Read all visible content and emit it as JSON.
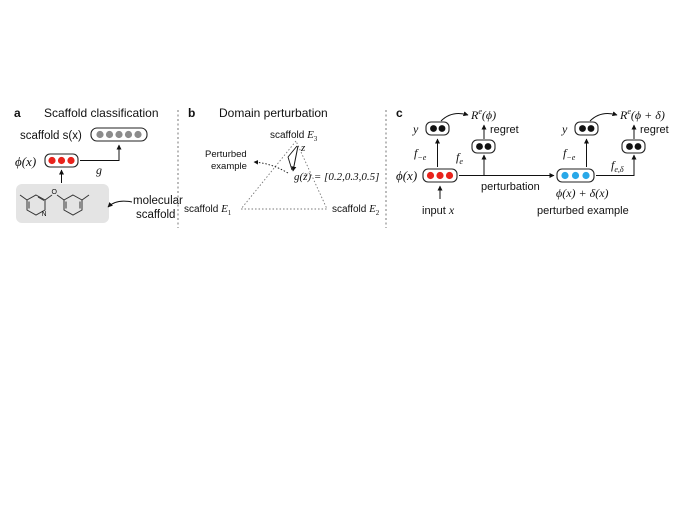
{
  "panel_a": {
    "letter": "a",
    "title": "Scaffold classification",
    "scaffold_label": "scaffold s(x)",
    "phi_label": "ϕ(x)",
    "g_label": "g",
    "molecular_label_1": "molecular",
    "molecular_label_2": "scaffold",
    "molecule_atom": "N",
    "phi_color": "#e8231c",
    "scaffold_dot_color": "#8c8c8c"
  },
  "panel_b": {
    "letter": "b",
    "title": "Domain perturbation",
    "vertex_top": "scaffold E3",
    "vertex_left": "scaffold E1",
    "vertex_right": "scaffold E2",
    "z_label": "z",
    "gz_label": "g(z̃) = [0.2,0.3,0.5]",
    "perturbed_1": "Perturbed",
    "perturbed_2": "example"
  },
  "panel_c": {
    "letter": "c",
    "y_label": "y",
    "risk_label": "Re(ϕ)",
    "regret_label": "regret",
    "f_neg_e": "f−e",
    "f_e": "fe",
    "phi_label": "ϕ(x)",
    "input_label": "input x",
    "perturbation_label": "perturbation",
    "y2_label": "y",
    "risk2_label": "Re(ϕ + δ)",
    "regret2_label": "regret",
    "f_neg_e2": "f−e",
    "f_e_delta": "fe,δ",
    "phi_delta_label": "ϕ(x) + δ(x)",
    "perturbed_example": "perturbed example",
    "red_color": "#e8231c",
    "blue_color": "#29a8e8"
  }
}
